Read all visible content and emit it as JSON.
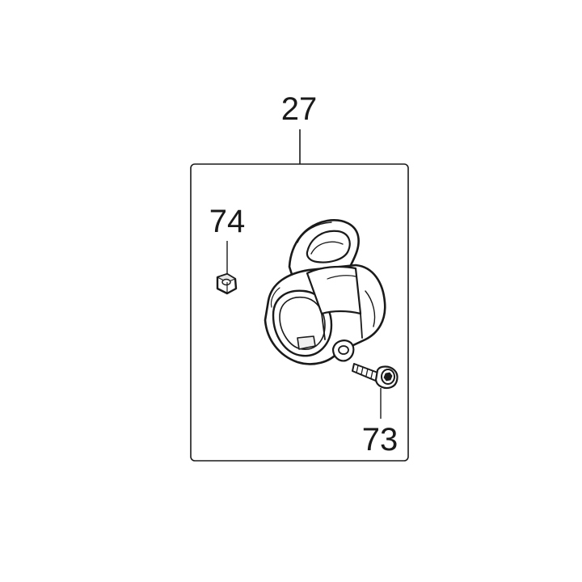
{
  "diagram": {
    "assembly": {
      "number": "27"
    },
    "parts": [
      {
        "number": "74",
        "depicts": "hex-nut"
      },
      {
        "number": "73",
        "depicts": "socket-head-screw"
      }
    ]
  },
  "colors": {
    "line": "#1a1a1a",
    "background": "#ffffff"
  }
}
